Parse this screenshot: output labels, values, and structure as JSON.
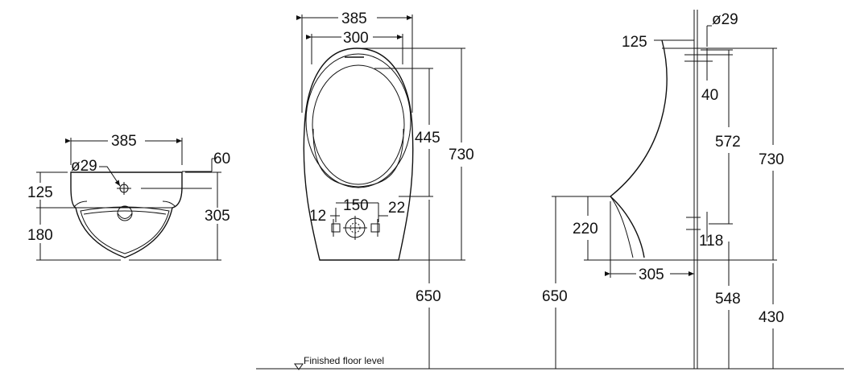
{
  "floor_label": "Finished floor level",
  "top_view": {
    "width_385": "385",
    "dia_29": "ø29",
    "dim_60": "60",
    "dim_125": "125",
    "dim_180": "180",
    "depth_305": "305"
  },
  "front_view": {
    "width_385": "385",
    "width_300": "300",
    "height_445": "445",
    "height_730": "730",
    "dim_12": "12",
    "dim_150": "150",
    "dim_22": "22",
    "mount_650": "650"
  },
  "side_view": {
    "dim_125": "125",
    "dia_29": "ø29",
    "dim_40": "40",
    "dim_572": "572",
    "height_730": "730",
    "dim_220": "220",
    "dim_118": "118",
    "depth_305": "305",
    "mount_650": "650",
    "dim_548": "548",
    "dim_430": "430"
  }
}
